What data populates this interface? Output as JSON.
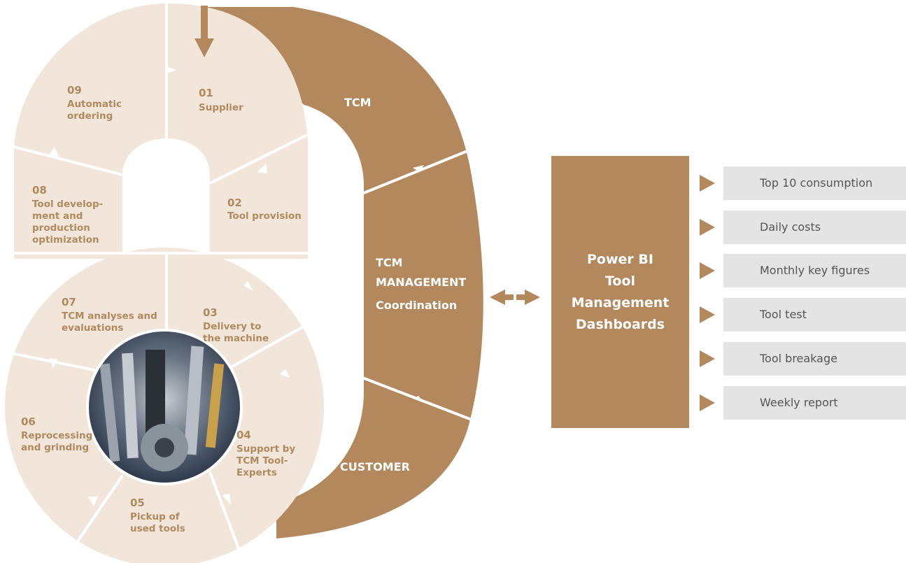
{
  "cycle_segments": [
    {
      "number": "01",
      "lines": [
        "Supplier"
      ]
    },
    {
      "number": "02",
      "lines": [
        "Tool provision"
      ]
    },
    {
      "number": "03",
      "lines": [
        "Delivery to",
        "the machine"
      ]
    },
    {
      "number": "04",
      "lines": [
        "Support by",
        "TCM Tool-",
        "Experts"
      ]
    },
    {
      "number": "05",
      "lines": [
        "Pickup of",
        "used tools"
      ]
    },
    {
      "number": "06",
      "lines": [
        "Reprocessing",
        "and grinding"
      ]
    },
    {
      "number": "07",
      "lines": [
        "TCM analyses and",
        "evaluations"
      ]
    },
    {
      "number": "08",
      "lines": [
        "Tool develop-",
        "ment and",
        "production",
        "optimization"
      ]
    },
    {
      "number": "09",
      "lines": [
        "Automatic",
        "ordering"
      ]
    }
  ],
  "outer_segments": [
    {
      "lines": [
        "TCM"
      ]
    },
    {
      "lines": [
        "TCM",
        "MANAGEMENT",
        "Coordination"
      ]
    },
    {
      "lines": [
        "CUSTOMER"
      ]
    }
  ],
  "powerbi_box": {
    "lines": [
      "Power BI",
      "Tool",
      "Management",
      "Dashboards"
    ]
  },
  "dashboards": [
    {
      "label": "Top 10 consumption"
    },
    {
      "label": "Daily costs"
    },
    {
      "label": "Monthly key figures"
    },
    {
      "label": "Tool test"
    },
    {
      "label": "Tool breakage"
    },
    {
      "label": "Weekly report"
    }
  ],
  "colors": {
    "brown": "#b3885d",
    "beige": "#f2e6da",
    "segment_text": "#b08a5e",
    "dashboard_bg": "#e4e4e4",
    "dashboard_text": "#555555"
  },
  "center_image": "photo of milling and drilling cutting tools"
}
